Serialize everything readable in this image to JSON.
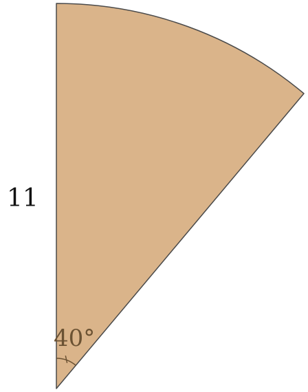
{
  "figure": {
    "shape": "circular-sector",
    "fill_color": "#dab48a",
    "stroke_color": "#4a4a4a",
    "angle_mark_color": "#6b5233"
  },
  "labels": {
    "radius": "11",
    "angle": "40°"
  }
}
